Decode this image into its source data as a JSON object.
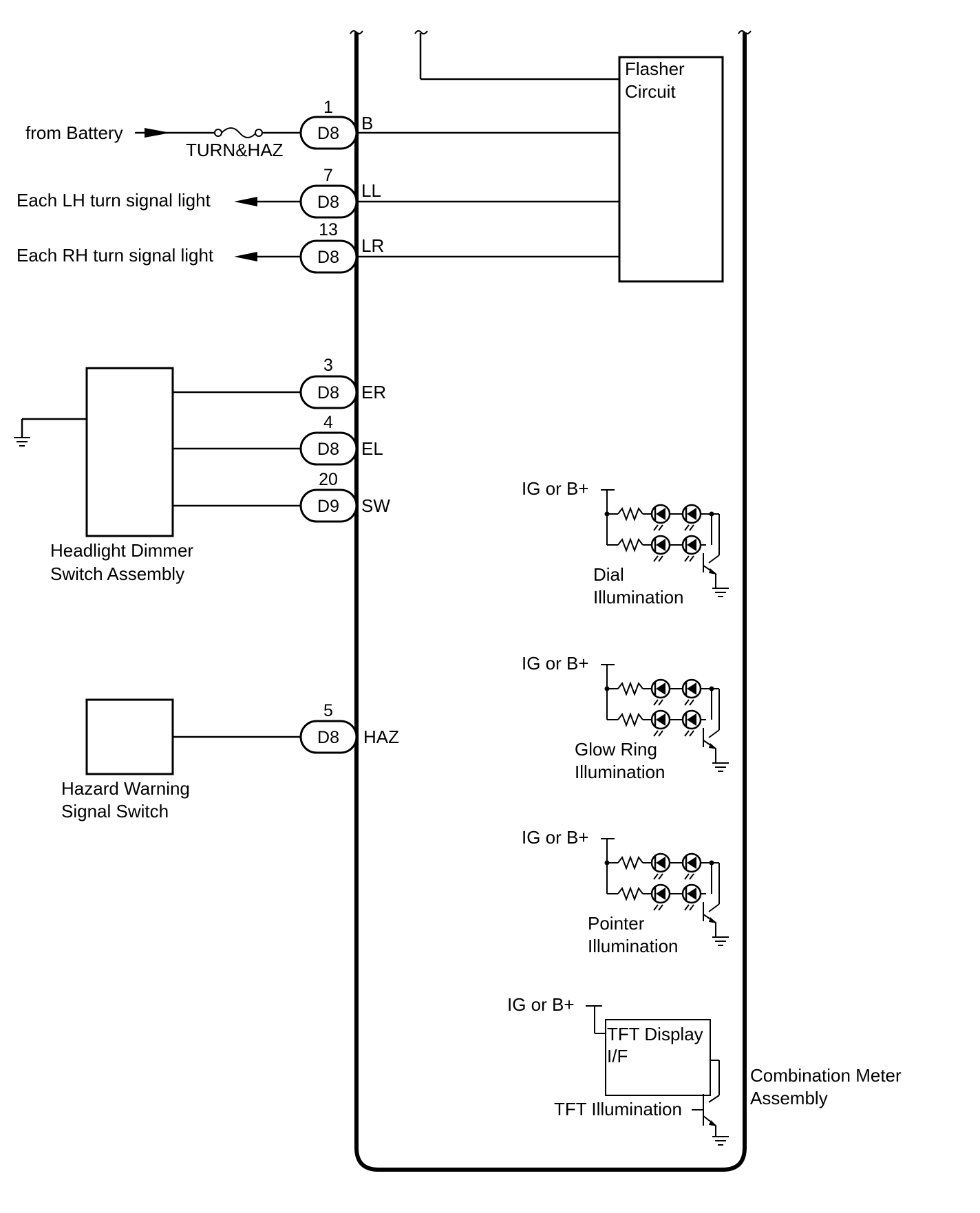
{
  "battery": {
    "label": "from Battery",
    "fuse_label": "TURN&HAZ"
  },
  "connectors": [
    {
      "id": "d8-b",
      "number": "1",
      "connector": "D8",
      "terminal": "B",
      "external": "from Battery"
    },
    {
      "id": "d8-ll",
      "number": "7",
      "connector": "D8",
      "terminal": "LL",
      "external": "Each LH turn signal light"
    },
    {
      "id": "d8-lr",
      "number": "13",
      "connector": "D8",
      "terminal": "LR",
      "external": "Each RH turn signal light"
    },
    {
      "id": "d8-er",
      "number": "3",
      "connector": "D8",
      "terminal": "ER"
    },
    {
      "id": "d8-el",
      "number": "4",
      "connector": "D8",
      "terminal": "EL"
    },
    {
      "id": "d9-sw",
      "number": "20",
      "connector": "D9",
      "terminal": "SW"
    },
    {
      "id": "d8-haz",
      "number": "5",
      "connector": "D8",
      "terminal": "HAZ"
    }
  ],
  "components": {
    "flasher": {
      "line1": "Flasher",
      "line2": "Circuit"
    },
    "dimmer": {
      "line1": "Headlight Dimmer",
      "line2": "Switch Assembly"
    },
    "hazard": {
      "line1": "Hazard Warning",
      "line2": "Signal Switch"
    },
    "meter": {
      "line1": "Combination Meter",
      "line2": "Assembly"
    },
    "tft_box": {
      "line1": "TFT Display",
      "line2": "I/F"
    }
  },
  "illumination": [
    {
      "supply": "IG or B+",
      "line1": "Dial",
      "line2": "Illumination"
    },
    {
      "supply": "IG or B+",
      "line1": "Glow Ring",
      "line2": "Illumination"
    },
    {
      "supply": "IG or B+",
      "line1": "Pointer",
      "line2": "Illumination"
    }
  ],
  "tft": {
    "supply": "IG or B+",
    "label": "TFT Illumination"
  }
}
